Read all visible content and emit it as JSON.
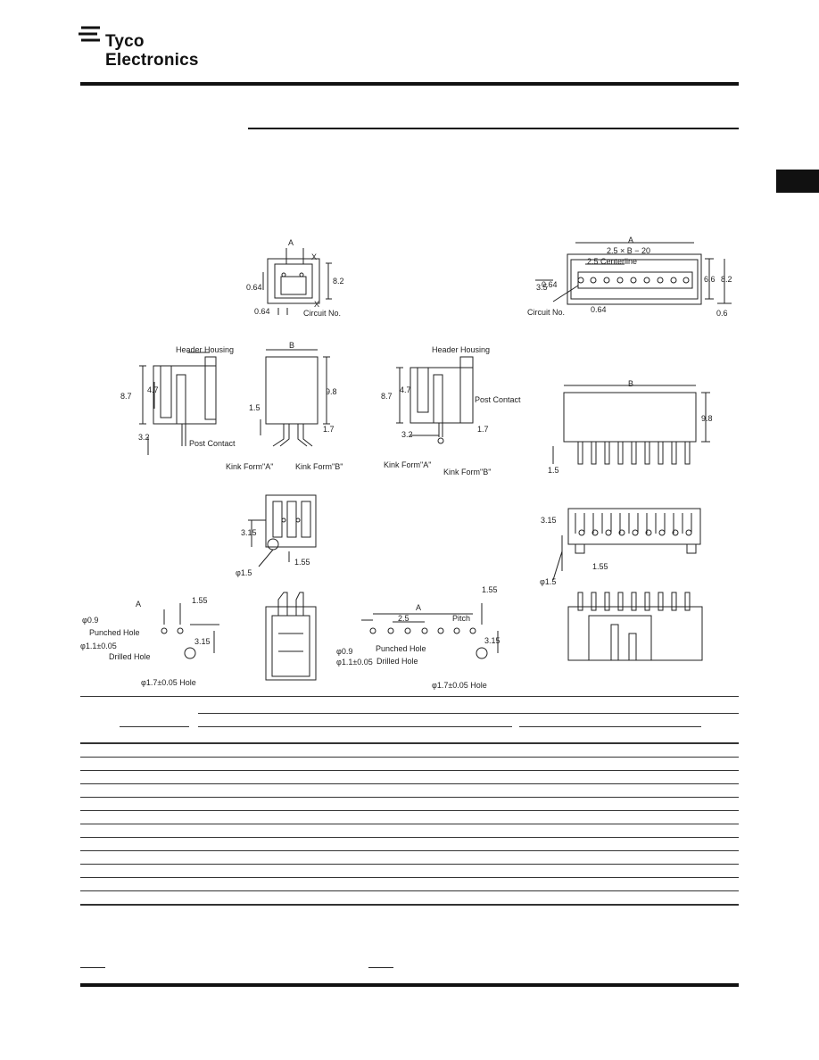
{
  "header": {
    "brand_line1": "Tyco",
    "brand_line2": "Electronics"
  },
  "drawings": {
    "labels": {
      "header_housing": "Header Housing",
      "post_contact": "Post Contact",
      "circuit_no": "Circuit No.",
      "kink_a": "Kink Form\"A\"",
      "kink_b": "Kink Form\"B\"",
      "punched_hole": "Punched Hole",
      "drilled_hole": "Drilled Hole",
      "pitch": "Pitch",
      "centerline": "2.5 Centerline",
      "hole_17": "φ1.7±0.05 Hole",
      "hole_09": "φ0.9",
      "hole_11": "φ1.1±0.05",
      "phi15": "φ1.5",
      "dim_A": "A",
      "dim_B": "B",
      "dim_X": "X",
      "dim_8_2": "8.2",
      "dim_0_64": "0.64",
      "dim_6_6": "6.6",
      "dim_0_6": "0.6",
      "dim_3_5": "3.5",
      "dim_2_5xB_20": "2.5 × B − 20",
      "dim_8_7": "8.7",
      "dim_4_7": "4.7",
      "dim_3_2": "3.2",
      "dim_9_8": "9.8",
      "dim_1_5": "1.5",
      "dim_1_7": "1.7",
      "dim_3_15": "3.15",
      "dim_1_55": "1.55",
      "dim_2_5": "2.5"
    }
  }
}
